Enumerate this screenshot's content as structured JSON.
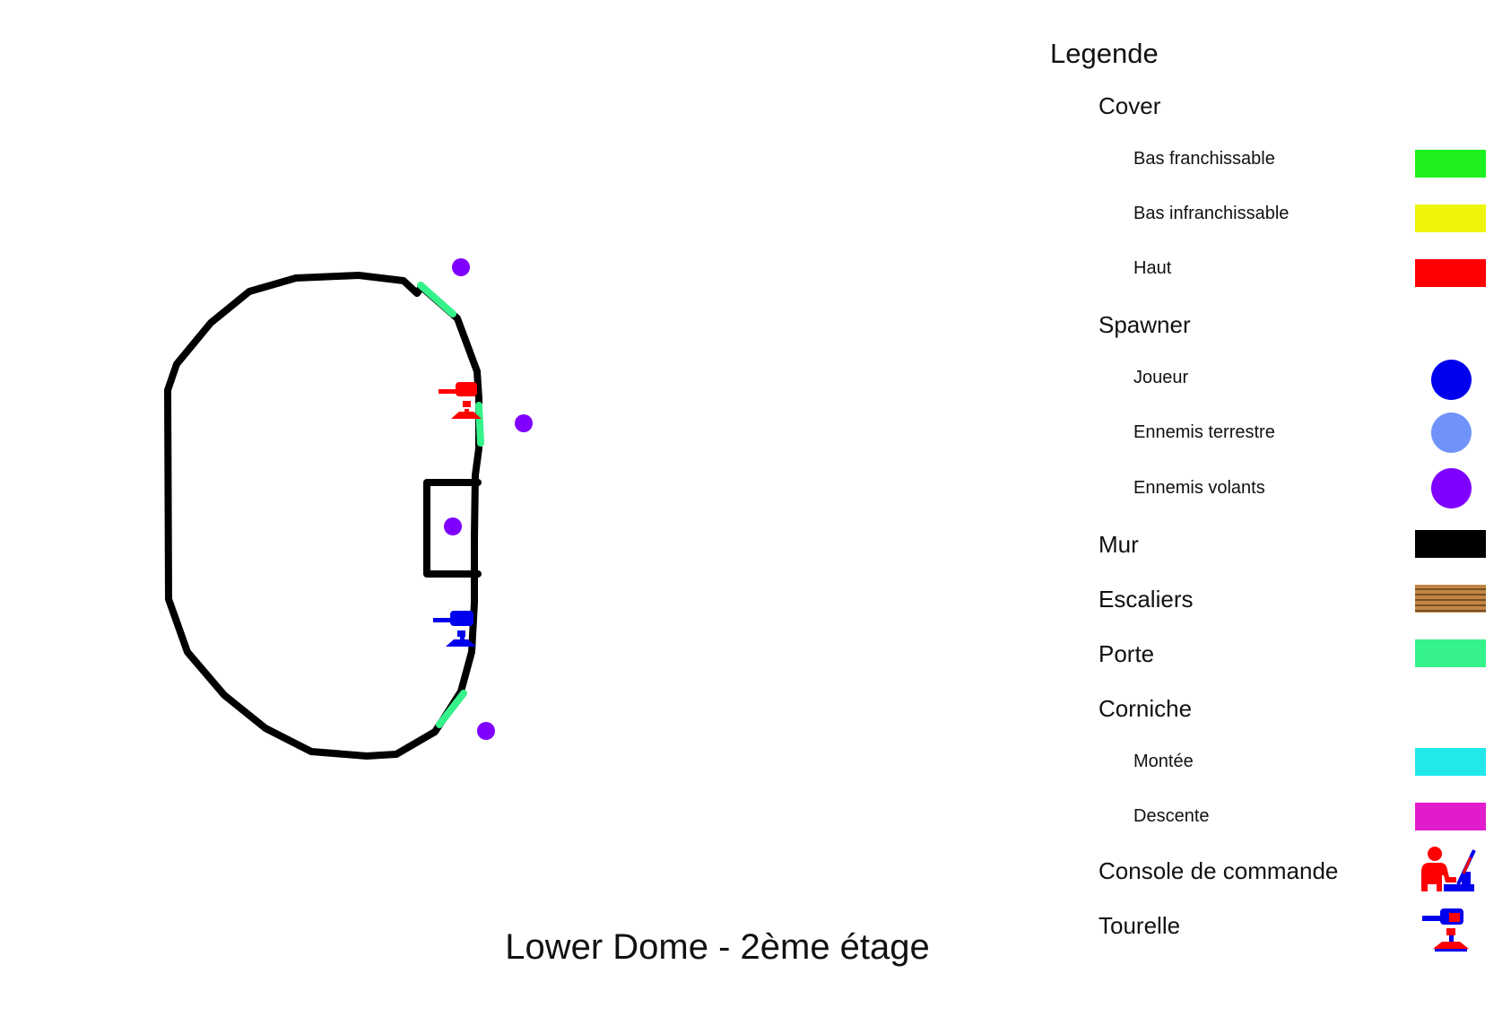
{
  "map_title": "Lower Dome - 2ème étage",
  "legend": {
    "title": "Legende",
    "items": [
      {
        "key": "cover",
        "label": "Cover"
      },
      {
        "key": "bas_franchissable",
        "label": "Bas franchissable",
        "color": "#1ef01e"
      },
      {
        "key": "bas_infranchissable",
        "label": "Bas infranchissable",
        "color": "#eef50a"
      },
      {
        "key": "haut",
        "label": "Haut",
        "color": "#ff0000"
      },
      {
        "key": "spawner",
        "label": "Spawner"
      },
      {
        "key": "joueur",
        "label": "Joueur",
        "color": "#0000ee"
      },
      {
        "key": "ennemis_terrestre",
        "label": "Ennemis terrestre",
        "color": "#6f93fa"
      },
      {
        "key": "ennemis_volants",
        "label": "Ennemis volants",
        "color": "#7f00ff"
      },
      {
        "key": "mur",
        "label": "Mur",
        "color": "#000000"
      },
      {
        "key": "escaliers",
        "label": "Escaliers",
        "color": "#b0793c"
      },
      {
        "key": "porte",
        "label": "Porte",
        "color": "#35f28a"
      },
      {
        "key": "corniche",
        "label": "Corniche"
      },
      {
        "key": "montee",
        "label": "Montée",
        "color": "#22e8ea"
      },
      {
        "key": "descente",
        "label": "Descente",
        "color": "#e11ccc"
      },
      {
        "key": "console",
        "label": "Console de commande",
        "icon": "console-icon"
      },
      {
        "key": "tourelle",
        "label": "Tourelle",
        "icon": "turret-icon"
      }
    ]
  },
  "map_colors": {
    "wall": "#000000",
    "door": "#35f28a",
    "flying_enemy_spawn": "#7f00ff",
    "turret_red": "#ff0000",
    "turret_blue": "#0000ee"
  }
}
